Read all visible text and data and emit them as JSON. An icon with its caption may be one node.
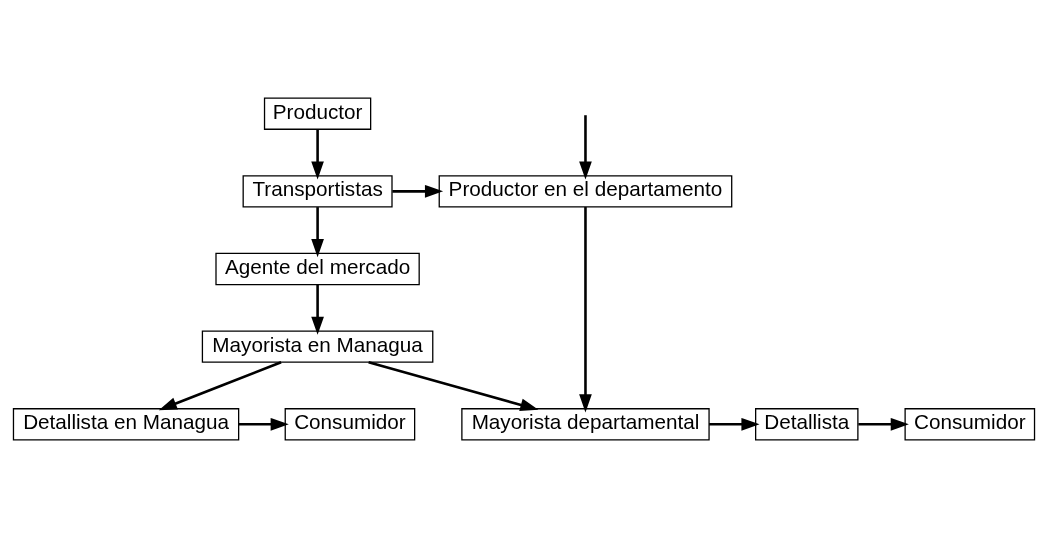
{
  "diagram": {
    "nodes": [
      {
        "text": [
          "Productor"
        ]
      },
      {
        "text": [
          "Transportistas"
        ]
      },
      {
        "text": [
          "Productor en el departamento"
        ]
      },
      {
        "text": [
          "Agente del mercado"
        ]
      },
      {
        "text": [
          "Mayorista departamental"
        ]
      },
      {
        "text": [
          "Detallista"
        ]
      },
      {
        "text": [
          "Consumidor"
        ]
      },
      {
        "text": [
          "Mayorista en Managua"
        ]
      },
      {
        "text": [
          "Detallista en Managua"
        ]
      },
      {
        "text": [
          "Consumidor"
        ]
      }
    ],
    "edges": [
      {
        "from": 0,
        "to": 1,
        "arrow": "to"
      },
      {
        "from": null,
        "to": 2,
        "arrow": "to"
      },
      {
        "from": 1,
        "to": 2,
        "arrow": "to"
      },
      {
        "from": 1,
        "to": 3,
        "arrow": "to"
      },
      {
        "from": 2,
        "to": 4,
        "arrow": "to"
      },
      {
        "from": 3,
        "to": 7,
        "arrow": "to"
      },
      {
        "from": 7,
        "to": 4,
        "arrow": "to"
      },
      {
        "from": 4,
        "to": 5,
        "arrow": "to"
      },
      {
        "from": 5,
        "to": 6,
        "arrow": "to"
      },
      {
        "from": 7,
        "to": 8,
        "arrow": "to"
      },
      {
        "from": 8,
        "to": 9,
        "arrow": "to"
      }
    ]
  }
}
